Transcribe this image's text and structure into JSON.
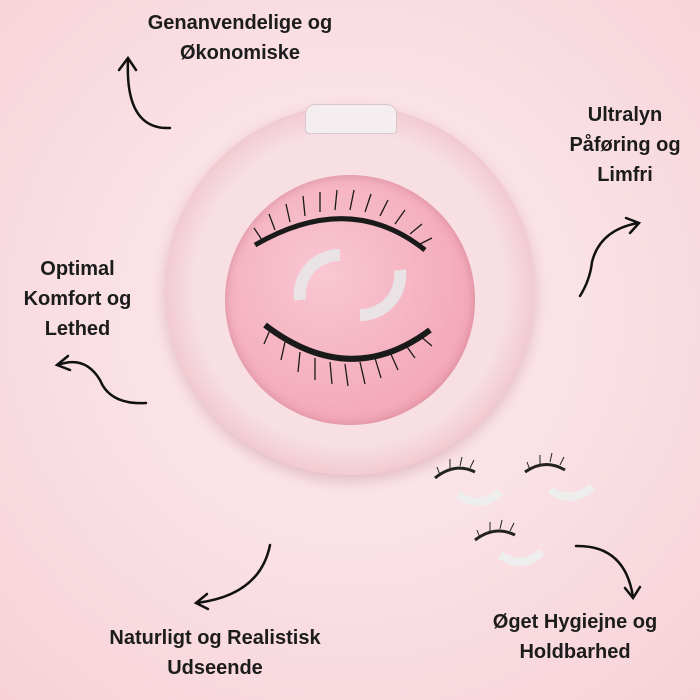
{
  "features": [
    {
      "text": "Genanvendelige og Økonomiske"
    },
    {
      "text": "Ultralyn Påføring og Limfri"
    },
    {
      "text": "Optimal Komfort og Lethed"
    },
    {
      "text": "Naturligt og Realistisk Udseende"
    },
    {
      "text": "Øget Hygiejne og Holdbarhed"
    }
  ],
  "colors": {
    "text": "#1c1c1c",
    "background": "#f9dde2",
    "glitter": "#f3a9b9"
  }
}
